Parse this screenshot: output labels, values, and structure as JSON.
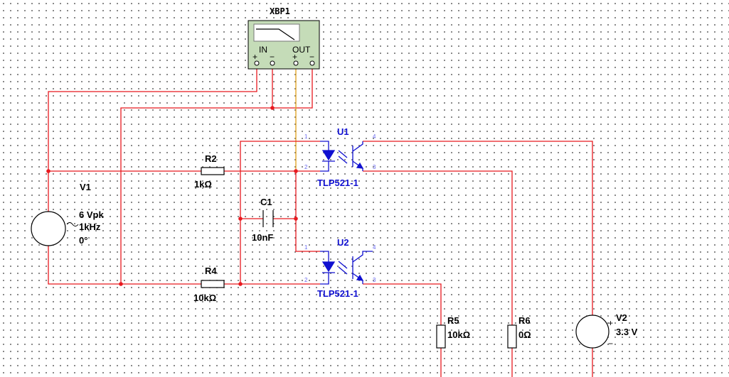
{
  "bode_plotter": {
    "ref": "XBP1",
    "in_label": "IN",
    "out_label": "OUT",
    "plus": "+",
    "minus": "−"
  },
  "source_v1": {
    "ref": "V1",
    "amplitude": "6 Vpk",
    "frequency": "1kHz",
    "phase": "0°"
  },
  "resistor_r2": {
    "ref": "R2",
    "value": "1kΩ"
  },
  "resistor_r4": {
    "ref": "R4",
    "value": "10kΩ"
  },
  "resistor_r5": {
    "ref": "R5",
    "value": "10kΩ"
  },
  "resistor_r6": {
    "ref": "R6",
    "value": "0Ω"
  },
  "capacitor_c1": {
    "ref": "C1",
    "value": "10nF"
  },
  "optocoupler_u1": {
    "ref": "U1",
    "part": "TLP521-1",
    "pin1": "1",
    "pin2": "2",
    "pin3": "3",
    "pin4": "4"
  },
  "optocoupler_u2": {
    "ref": "U2",
    "part": "TLP521-1",
    "pin1": "1",
    "pin2": "2",
    "pin3": "3",
    "pin4": "4"
  },
  "source_v2": {
    "ref": "V2",
    "value": "3.3 V",
    "plus": "+",
    "minus": "−"
  }
}
